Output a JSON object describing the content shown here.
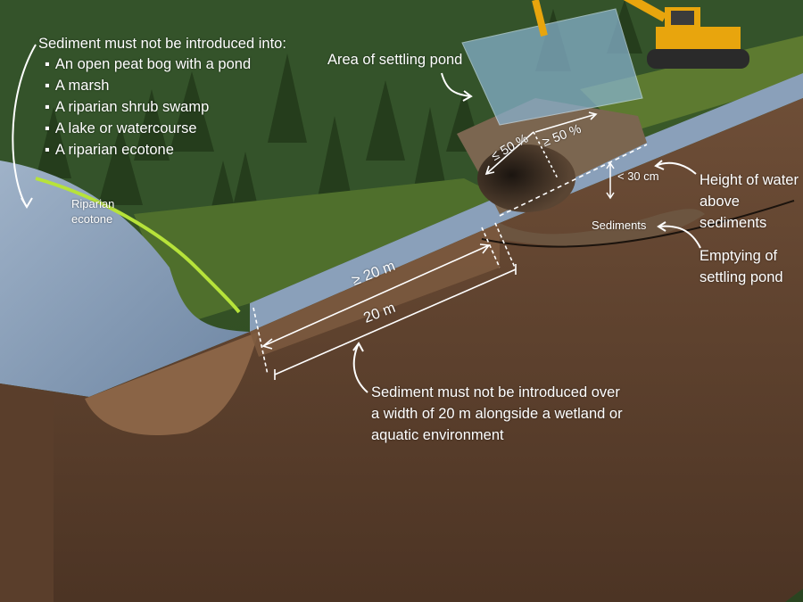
{
  "callouts": {
    "intro": "Sediment must not be introduced into:",
    "list": [
      "An open peat bog with a pond",
      "A marsh",
      "A riparian shrub swamp",
      "A lake or watercourse",
      "A riparian ecotone"
    ],
    "riparian_line1": "Riparian",
    "riparian_line2": "ecotone",
    "settling_pond_area": "Area of settling pond",
    "pct_le_50": "≤ 50 %",
    "pct_ge_50": "≥ 50 %",
    "lt_30cm": "< 30 cm",
    "height_line1": "Height of water",
    "height_line2": "above",
    "height_line3": "sediments",
    "sediments": "Sediments",
    "emptying_line1": "Emptying of",
    "emptying_line2": "settling pond",
    "dist_ge_20m": "≥ 20 m",
    "dist_20m": "20 m",
    "width_line1": "Sediment must not be introduced over",
    "width_line2": "a width of 20 m alongside a wetland or",
    "width_line3": "aquatic environment"
  },
  "colors": {
    "water": "#7e95b0",
    "grass": "#4f6f2c",
    "forest": "#2f4a22",
    "soil": "#6b4b35",
    "soil_cut": "#8a6446",
    "ecotone_line": "#b7e33a",
    "excavator": "#e8a50d"
  }
}
